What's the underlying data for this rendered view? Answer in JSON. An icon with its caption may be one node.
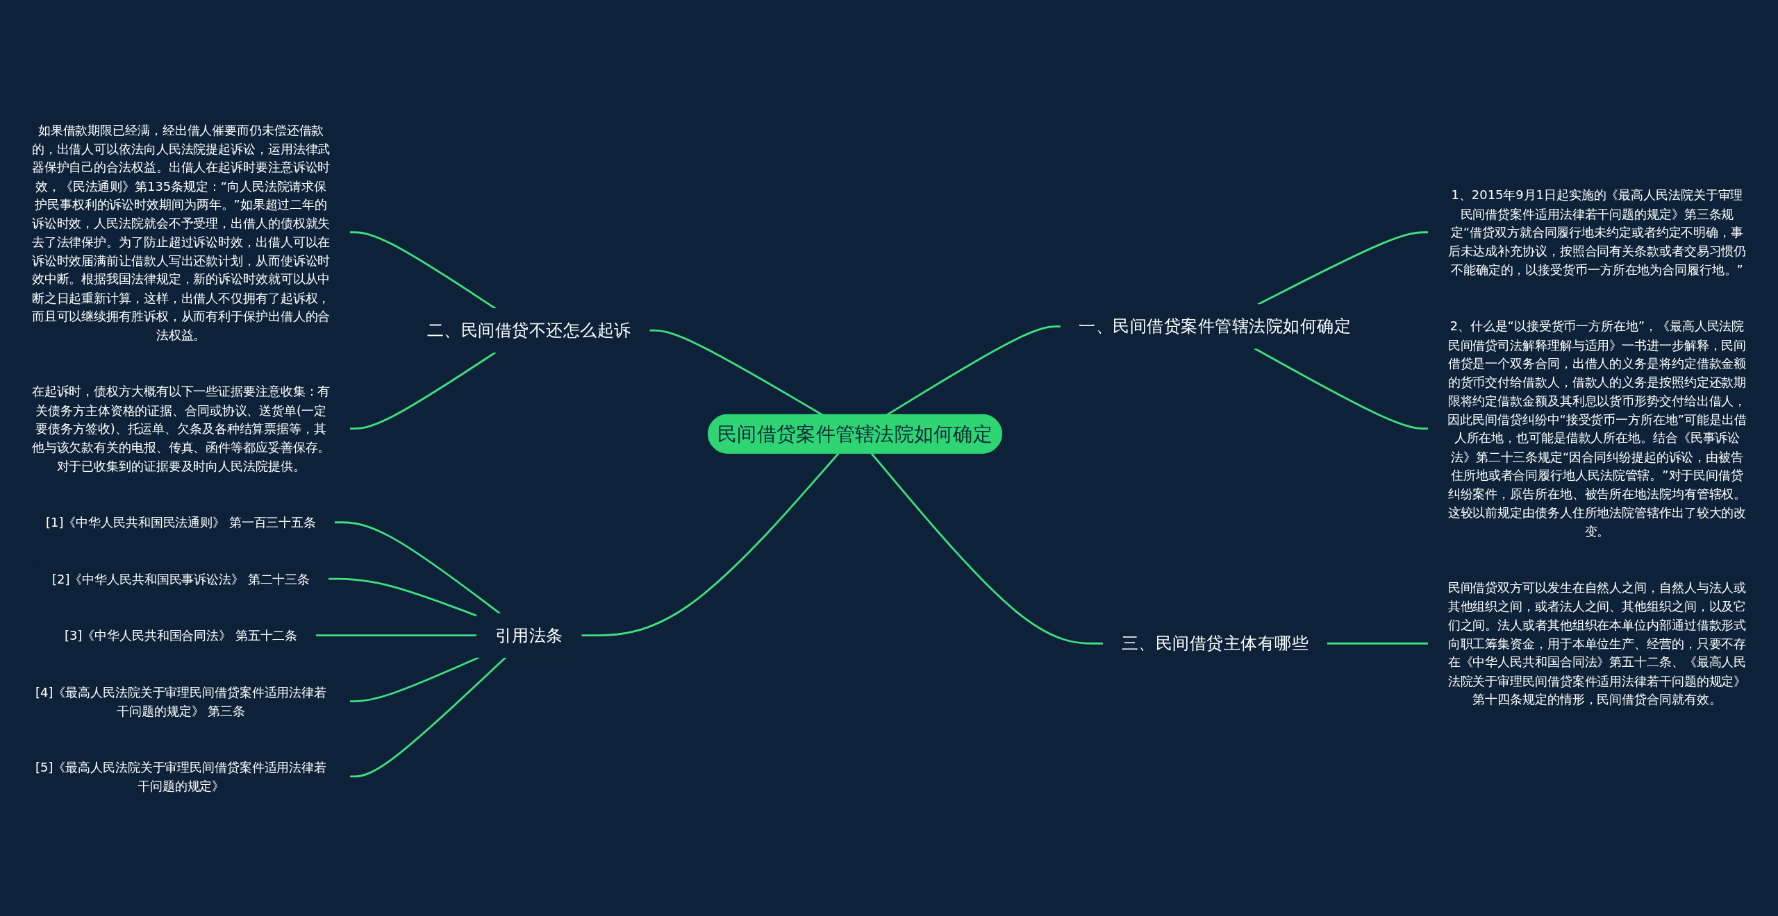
{
  "diagram": {
    "nodes": [
      {
        "text": [
          "民间借贷案件管辖法院如何确定"
        ]
      },
      {
        "text": [
          "二、民间借贷不还怎么起诉"
        ]
      },
      {
        "text": [
          "如果借款期限已经满，经出借人催要而仍未偿还借款的，出借人可以依法向人民法院提起诉讼，运用法律武器保护自己的合法权益。出借人在起诉时要注意诉讼时效，《民法通则》第135条规定：“向人民法院请求保护民事权利的诉讼时效期间为两年。”如果超过二年的诉讼时效，人民法院就会不予受理，出借人的债权就失去了法律保护。为了防止超过诉讼时效，出借人可以在诉讼时效届满前让借款人写出还款计划，从而使诉讼时效中断。根据我国法律规定，新的诉讼时效就可以从中断之日起重新计算，这样，出借人不仅拥有了起诉权，而且可以继续拥有胜诉权，从而有利于保护出借人的合法权益。"
        ]
      },
      {
        "text": [
          "在起诉时，债权方大概有以下一些证据要注意收集：有关债务方主体资格的证据、合同或协议、送货单(一定要债务方签收)、托运单、欠条及各种结算票据等，其他与该欠款有关的电报、传真、函件等都应妥善保存。对于已收集到的证据要及时向人民法院提供。"
        ]
      },
      {
        "text": [
          "一、民间借贷案件管辖法院如何确定"
        ]
      },
      {
        "text": [
          "1、2015年9月1日起实施的《最高人民法院关于审理民间借贷案件适用法律若干问题的规定》第三条规定“借贷双方就合同履行地未约定或者约定不明确，事后未达成补充协议，按照合同有关条款或者交易习惯仍不能确定的，以接受货币一方所在地为合同履行地。”"
        ]
      },
      {
        "text": [
          "2、什么是“以接受货币一方所在地”，《最高人民法院民间借贷司法解释理解与适用》一书进一步解释，民间借贷是一个双务合同，出借人的义务是将约定借款金额的货币交付给借款人，借款人的义务是按照约定还款期限将约定借款金额及其利息以货币形势交付给出借人，因此民间借贷纠纷中“接受货币一方所在地”可能是出借人所在地，也可能是借款人所在地。结合《民事诉讼法》第二十三条规定“因合同纠纷提起的诉讼，由被告住所地或者合同履行地人民法院管辖。”对于民间借贷纠纷案件，原告所在地、被告所在地法院均有管辖权。这较以前规定由债务人住所地法院管辖作出了较大的改变。"
        ]
      },
      {
        "text": [
          "引用法条"
        ]
      },
      {
        "text": [
          "[1]《中华人民共和国民法通则》 第一百三十五条"
        ]
      },
      {
        "text": [
          "[2]《中华人民共和国民事诉讼法》 第二十三条"
        ]
      },
      {
        "text": [
          "[3]《中华人民共和国合同法》 第五十二条"
        ]
      },
      {
        "text": [
          "[4]《最高人民法院关于审理民间借贷案件适用法律若干问题的规定》 第三条"
        ]
      },
      {
        "text": [
          "[5]《最高人民法院关于审理民间借贷案件适用法律若干问题的规定》"
        ]
      },
      {
        "text": [
          "三、民间借贷主体有哪些"
        ]
      },
      {
        "text": [
          "民间借贷双方可以发生在自然人之间，自然人与法人或其他组织之间，或者法人之间、其他组织之间，以及它们之间。法人或者其他组织在本单位内部通过借款形式向职工筹集资金，用于本单位生产、经营的，只要不存在《中华人民共和国合同法》第五十二条、《最高人民法院关于审理民间借贷案件适用法律若干问题的规定》第十四条规定的情形，民间借贷合同就有效。"
        ]
      }
    ],
    "edges": [
      {
        "from": 0,
        "to": 1,
        "arrow": "none"
      },
      {
        "from": 1,
        "to": 2,
        "arrow": "none"
      },
      {
        "from": 1,
        "to": 3,
        "arrow": "none"
      },
      {
        "from": 0,
        "to": 4,
        "arrow": "none"
      },
      {
        "from": 4,
        "to": 5,
        "arrow": "none"
      },
      {
        "from": 4,
        "to": 6,
        "arrow": "none"
      },
      {
        "from": 0,
        "to": 7,
        "arrow": "none"
      },
      {
        "from": 7,
        "to": 8,
        "arrow": "none"
      },
      {
        "from": 7,
        "to": 9,
        "arrow": "none"
      },
      {
        "from": 7,
        "to": 10,
        "arrow": "none"
      },
      {
        "from": 7,
        "to": 11,
        "arrow": "none"
      },
      {
        "from": 7,
        "to": 12,
        "arrow": "none"
      },
      {
        "from": 0,
        "to": 13,
        "arrow": "none"
      },
      {
        "from": 13,
        "to": 14,
        "arrow": "none"
      }
    ]
  }
}
